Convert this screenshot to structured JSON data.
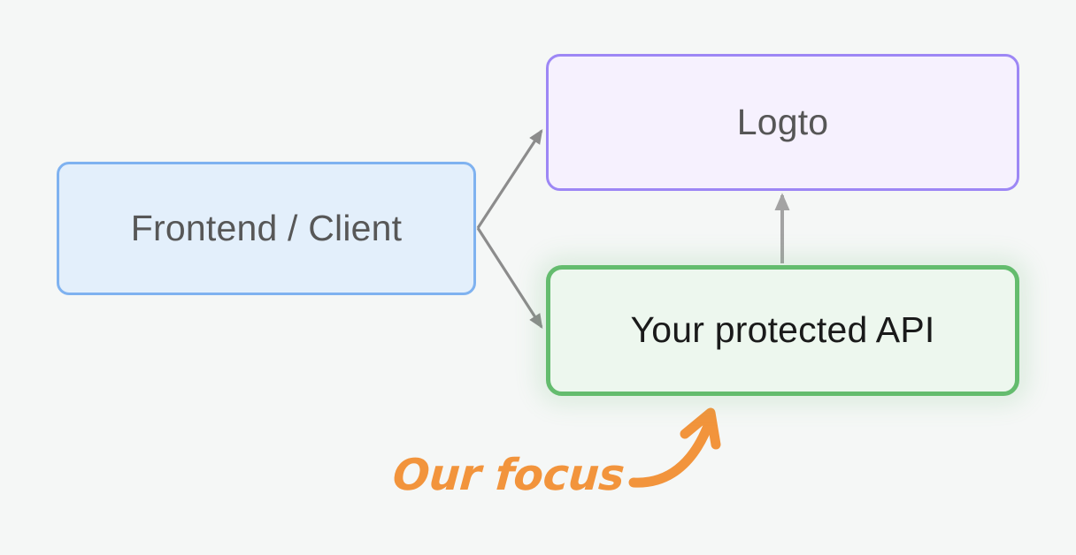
{
  "diagram": {
    "background_color": "#f5f7f6",
    "nodes": [
      {
        "id": "frontend",
        "label": "Frontend / Client",
        "border_color": "#7fb2f0",
        "fill_color": "#e3effb",
        "text_color": "#575757"
      },
      {
        "id": "logto",
        "label": "Logto",
        "border_color": "#9d87f5",
        "fill_color": "#f6f1fe",
        "text_color": "#565656"
      },
      {
        "id": "api",
        "label": "Your protected API",
        "border_color": "#64bc6e",
        "fill_color": "#edf7ee",
        "text_color": "#1a1a1a",
        "highlighted": true
      }
    ],
    "edges": [
      {
        "id": "frontend-to-logto",
        "from": "frontend",
        "to": "logto",
        "color": "#8c8c8c",
        "arrow": "end"
      },
      {
        "id": "frontend-to-api",
        "from": "frontend",
        "to": "api",
        "color": "#8c8c8c",
        "arrow": "end"
      },
      {
        "id": "api-to-logto",
        "from": "api",
        "to": "logto",
        "color": "#a3a3a3",
        "arrow": "end"
      }
    ],
    "annotation": {
      "text": "Our focus",
      "color": "#f2943c",
      "arrow_color": "#f2943c",
      "points_to": "api"
    }
  }
}
